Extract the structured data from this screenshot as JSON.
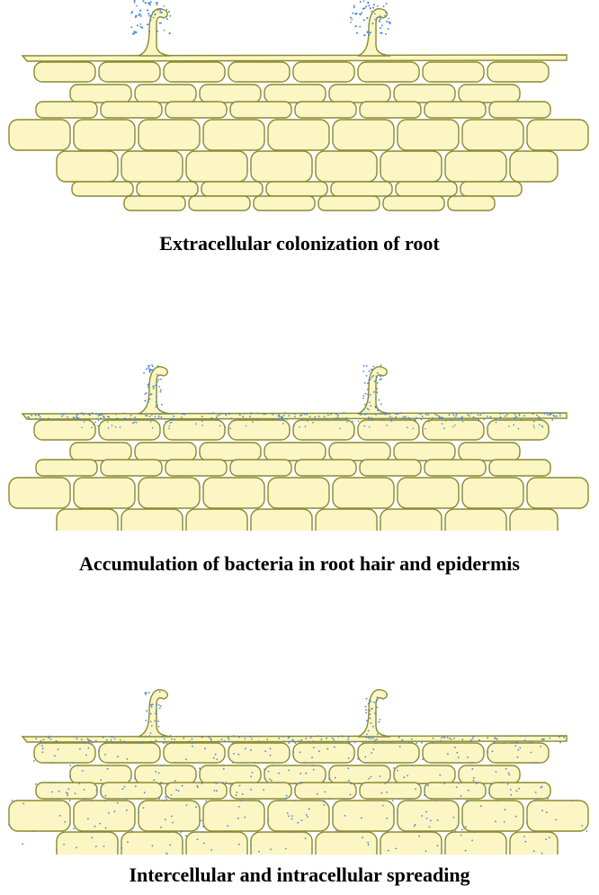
{
  "figure": {
    "panels": [
      {
        "caption": "Extracellular colonization of root",
        "stage": "extracellular"
      },
      {
        "caption": "Accumulation of bacteria in root hair and epidermis",
        "stage": "epidermis"
      },
      {
        "caption": "Intercellular and intracellular spreading",
        "stage": "spreading"
      }
    ],
    "colors": {
      "cell_fill": "#fbf6c4",
      "cell_stroke": "#8a8a2e",
      "bacteria": "#4a86d4",
      "caption": "#000000"
    }
  }
}
